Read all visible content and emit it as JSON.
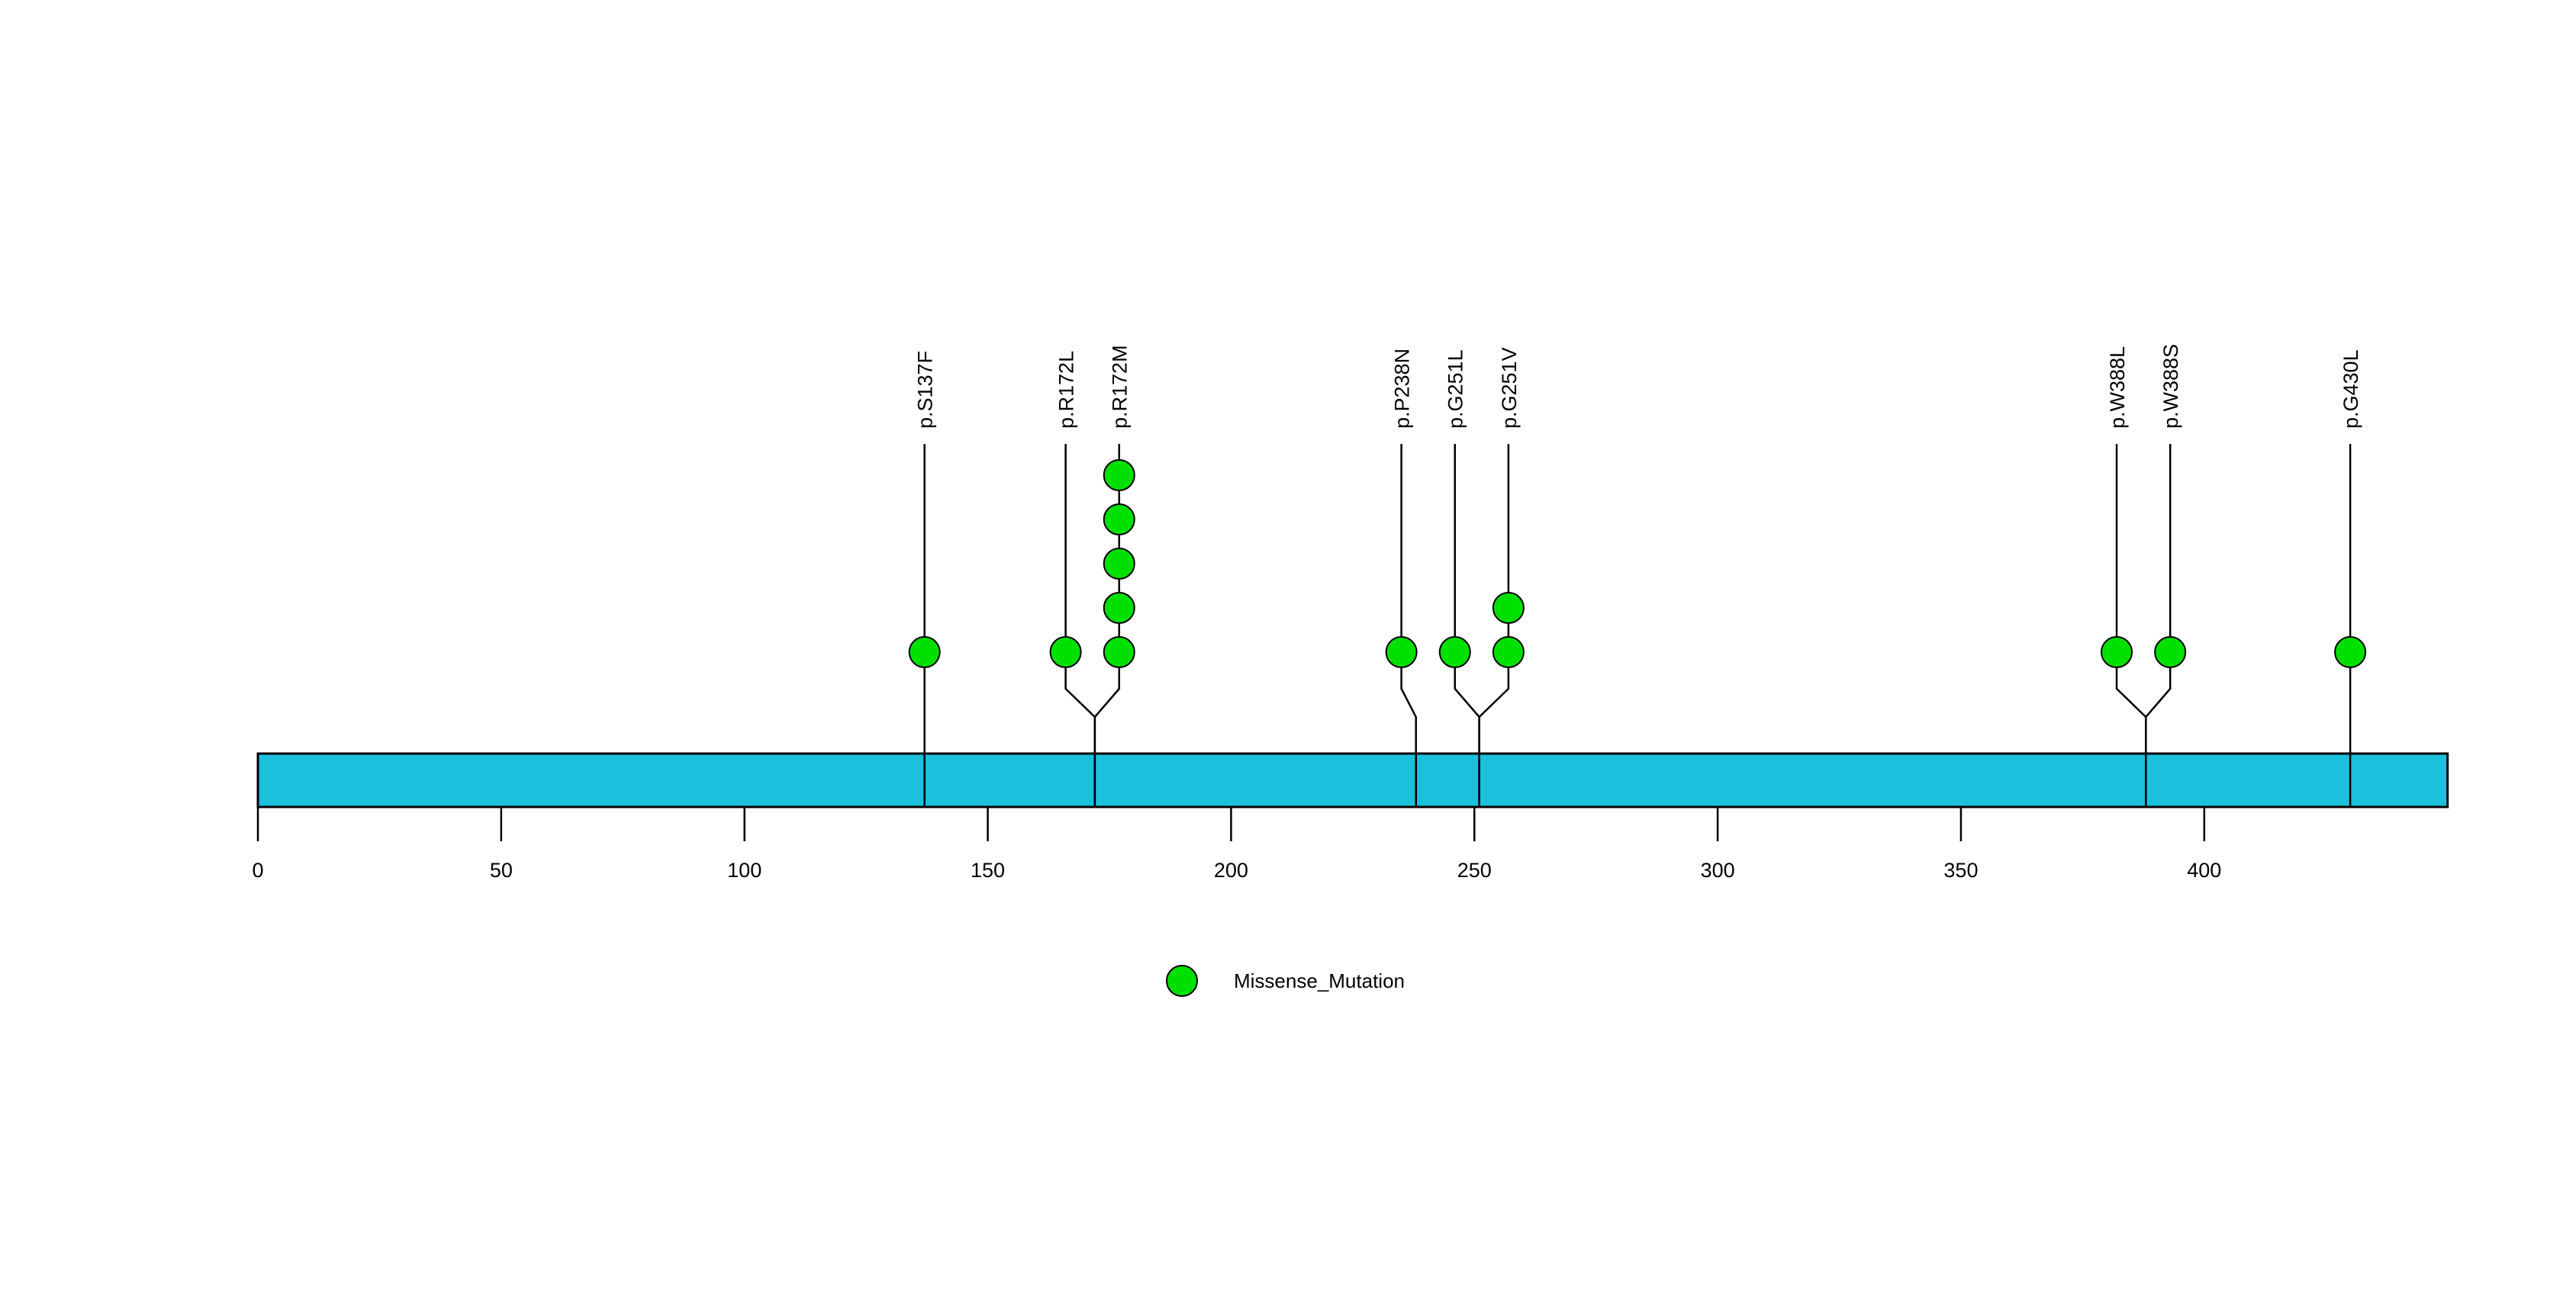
{
  "chart_data": {
    "type": "lollipop",
    "title": "",
    "xlabel": "",
    "ylabel": "",
    "xlim": [
      0,
      450
    ],
    "grid": false,
    "protein": {
      "name": "protein-backbone",
      "start": 0,
      "end": 450,
      "color": "#1CC0DC",
      "border_color": "#000000"
    },
    "axis": {
      "ticks": [
        0,
        50,
        100,
        150,
        200,
        250,
        300,
        350,
        400
      ],
      "tick_labels": [
        "0",
        "50",
        "100",
        "150",
        "200",
        "250",
        "300",
        "350",
        "400"
      ]
    },
    "marker": {
      "color": "#00E000",
      "border_color": "#000000",
      "radius": 20,
      "stack_spacing": 58
    },
    "mutations": [
      {
        "label": "p.S137F",
        "position": 137,
        "count": 1,
        "stem_x": 137,
        "type": "Missense_Mutation"
      },
      {
        "label": "p.R172L",
        "position": 172,
        "count": 1,
        "stem_x": 166,
        "type": "Missense_Mutation"
      },
      {
        "label": "p.R172M",
        "position": 172,
        "count": 5,
        "stem_x": 177,
        "type": "Missense_Mutation"
      },
      {
        "label": "p.P238N",
        "position": 238,
        "count": 1,
        "stem_x": 235,
        "type": "Missense_Mutation"
      },
      {
        "label": "p.G251L",
        "position": 251,
        "count": 1,
        "stem_x": 246,
        "type": "Missense_Mutation"
      },
      {
        "label": "p.G251V",
        "position": 251,
        "count": 2,
        "stem_x": 257,
        "type": "Missense_Mutation"
      },
      {
        "label": "p.W388L",
        "position": 388,
        "count": 1,
        "stem_x": 382,
        "type": "Missense_Mutation"
      },
      {
        "label": "p.W388S",
        "position": 388,
        "count": 1,
        "stem_x": 393,
        "type": "Missense_Mutation"
      },
      {
        "label": "p.G430L",
        "position": 430,
        "count": 1,
        "stem_x": 430,
        "type": "Missense_Mutation"
      }
    ],
    "legend": {
      "position": "bottom",
      "entries": [
        {
          "label": "Missense_Mutation",
          "color": "#00E000"
        }
      ]
    }
  }
}
